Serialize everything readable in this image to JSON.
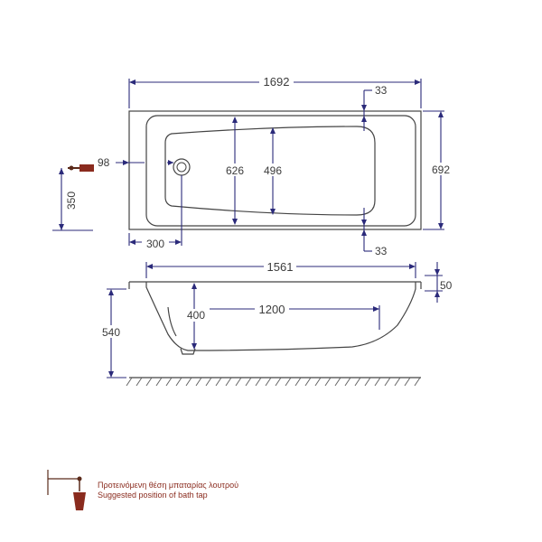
{
  "dimensions": {
    "overall_length": "1692",
    "overall_width": "692",
    "rim_top": "33",
    "rim_bottom": "33",
    "drain_offset_side": "98",
    "inner_width": "626",
    "basin_width": "496",
    "drain_from_end": "300",
    "tap_height": "350",
    "inner_length": "1561",
    "rim_thickness": "50",
    "height": "540",
    "depth": "400",
    "flat_bottom_length": "1200"
  },
  "legend": {
    "greek": "Προτεινόμενη θέση μπαταρίας λουτρού",
    "english": "Suggested position of bath tap"
  },
  "colors": {
    "dimension_lines": "#2b2a7a",
    "outline": "#444444",
    "tap_accent": "#8a2b1e",
    "tap_dark": "#5a2a1a"
  }
}
